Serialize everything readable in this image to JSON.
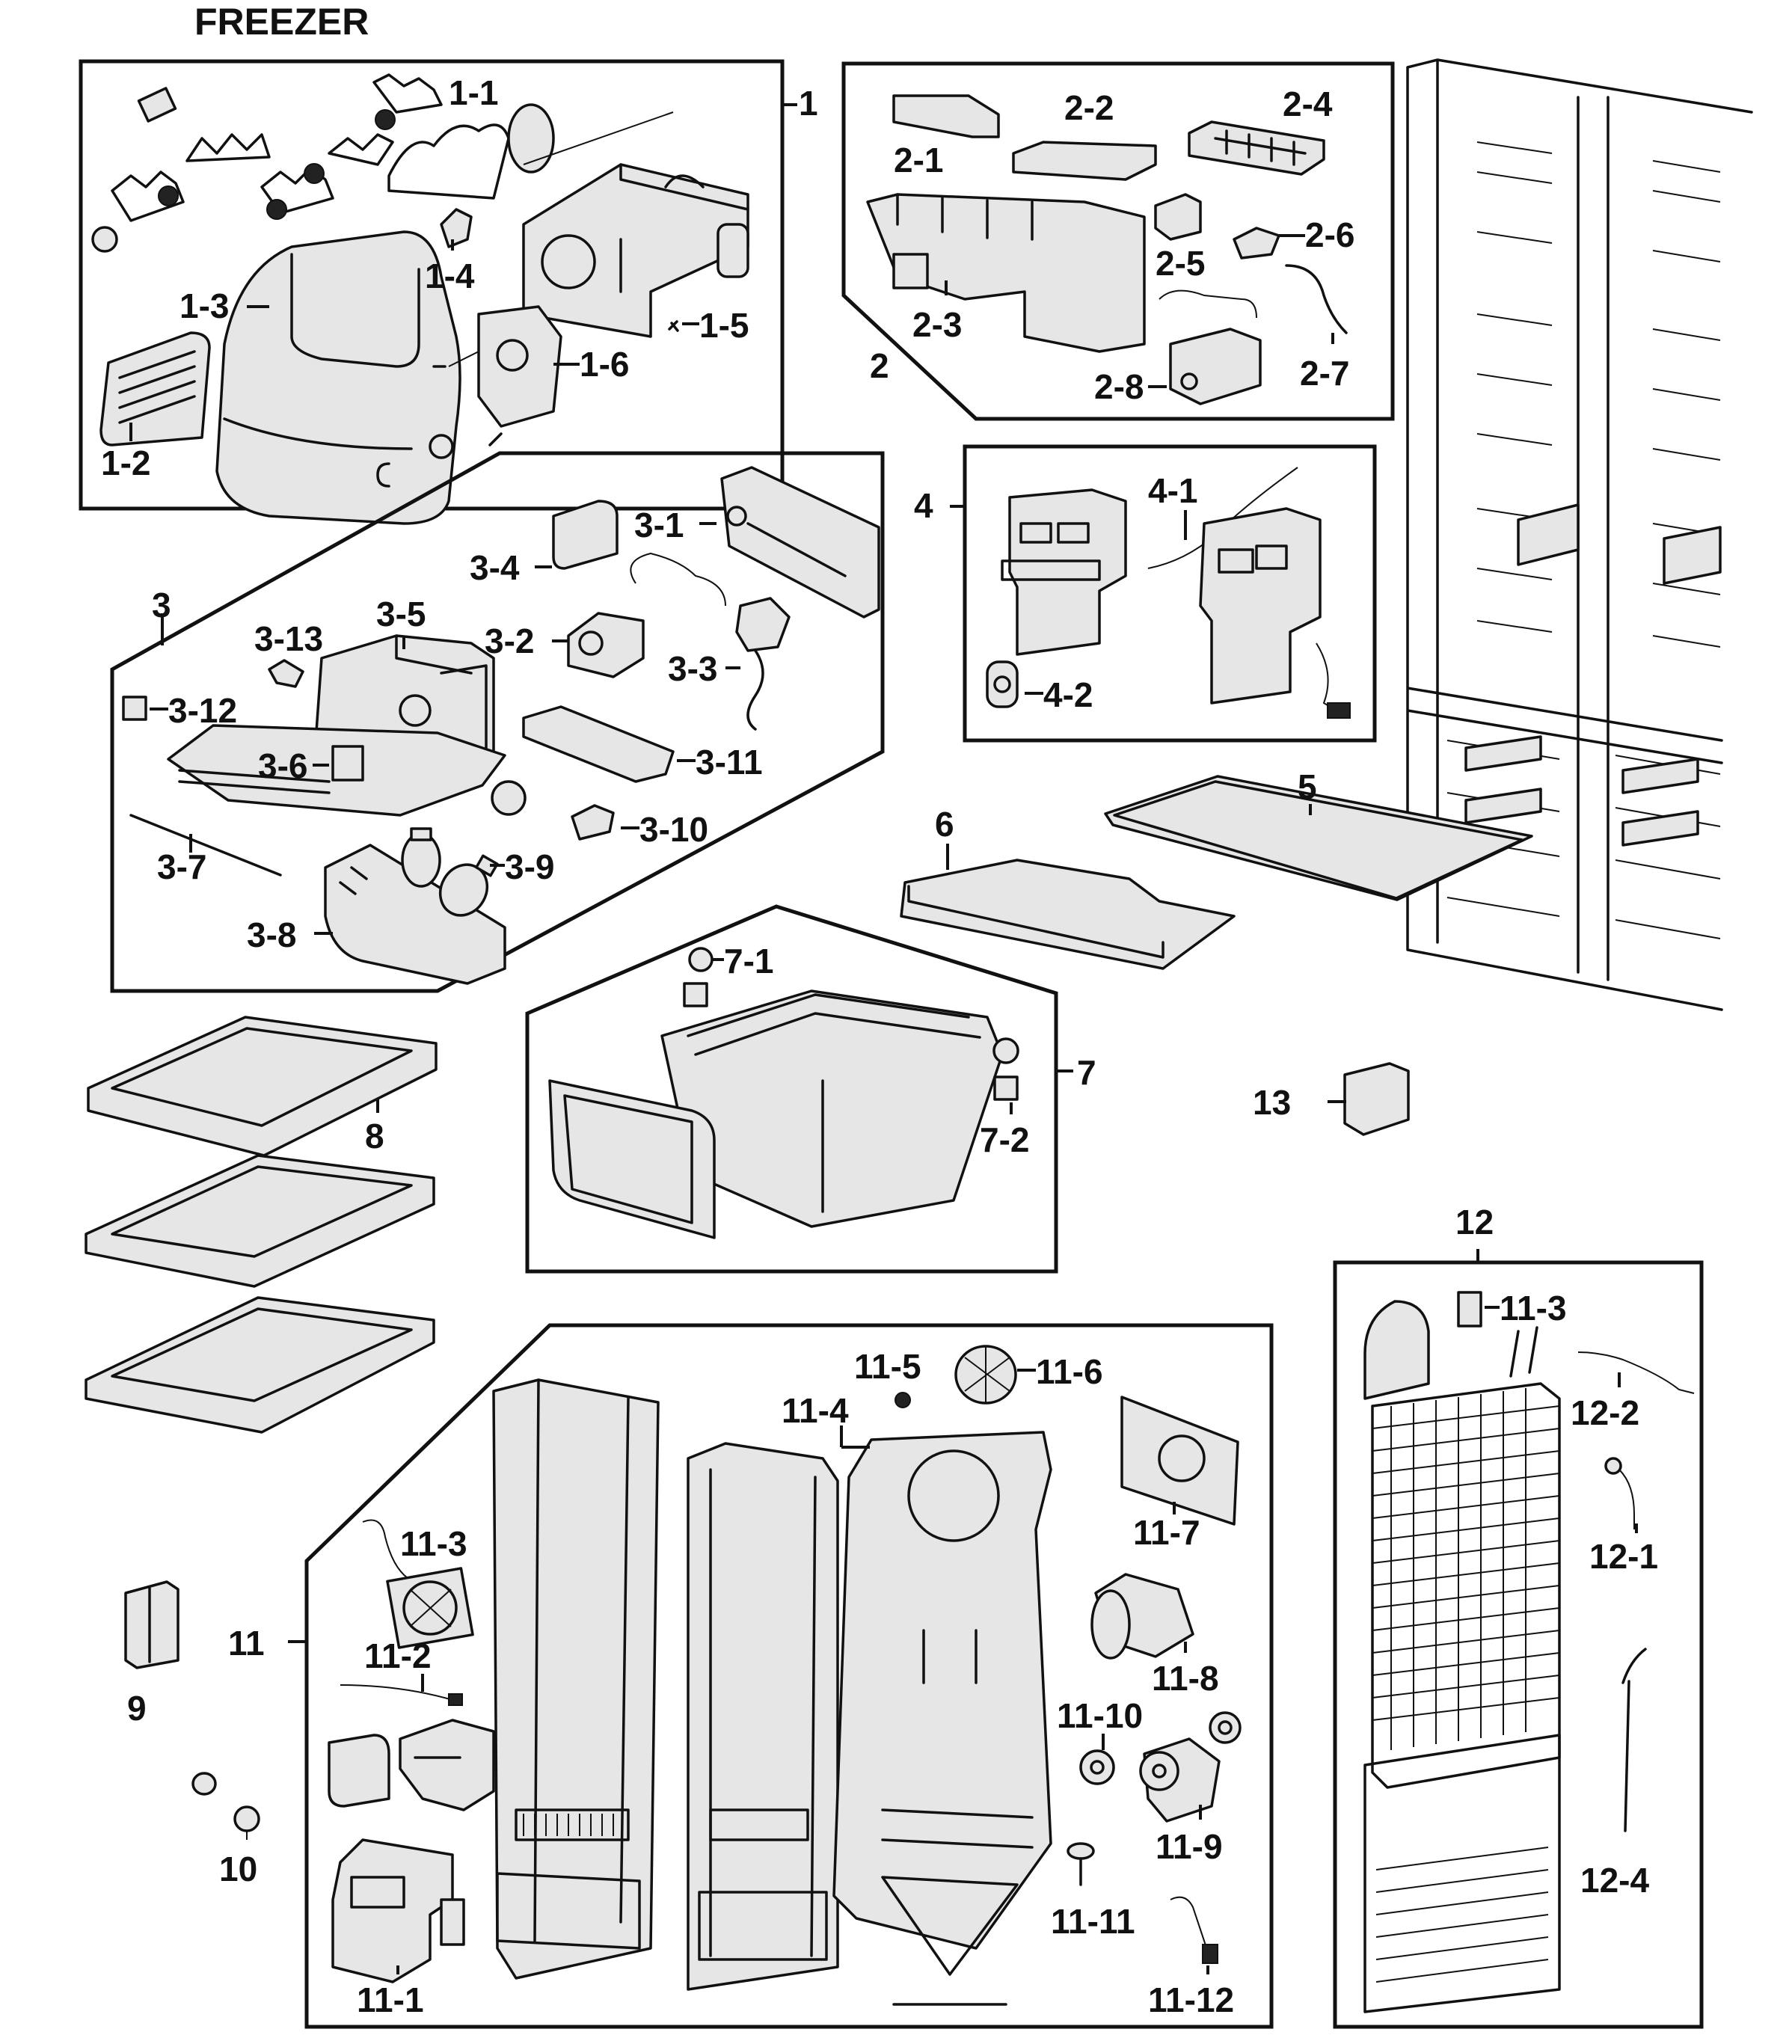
{
  "title": "FREEZER",
  "labels": {
    "g1": "1",
    "g1_1": "1-1",
    "g1_2": "1-2",
    "g1_3": "1-3",
    "g1_4": "1-4",
    "g1_5": "1-5",
    "g1_6": "1-6",
    "g2": "2",
    "g2_1": "2-1",
    "g2_2": "2-2",
    "g2_3": "2-3",
    "g2_4": "2-4",
    "g2_5": "2-5",
    "g2_6": "2-6",
    "g2_7": "2-7",
    "g2_8": "2-8",
    "g3": "3",
    "g3_1": "3-1",
    "g3_2": "3-2",
    "g3_3": "3-3",
    "g3_4": "3-4",
    "g3_5": "3-5",
    "g3_6": "3-6",
    "g3_7": "3-7",
    "g3_8": "3-8",
    "g3_9": "3-9",
    "g3_10": "3-10",
    "g3_11": "3-11",
    "g3_12": "3-12",
    "g3_13": "3-13",
    "g4": "4",
    "g4_1": "4-1",
    "g4_2": "4-2",
    "g5": "5",
    "g6": "6",
    "g7": "7",
    "g7_1": "7-1",
    "g7_2": "7-2",
    "g8": "8",
    "g9": "9",
    "g10": "10",
    "g11": "11",
    "g11_1": "11-1",
    "g11_2": "11-2",
    "g11_3a": "11-3",
    "g11_4": "11-4",
    "g11_5": "11-5",
    "g11_6": "11-6",
    "g11_7": "11-7",
    "g11_8": "11-8",
    "g11_9": "11-9",
    "g11_10": "11-10",
    "g11_11": "11-11",
    "g11_12": "11-12",
    "g12": "12",
    "g11_3b": "11-3",
    "g12_1": "12-1",
    "g12_2": "12-2",
    "g12_4": "12-4",
    "g13": "13"
  }
}
